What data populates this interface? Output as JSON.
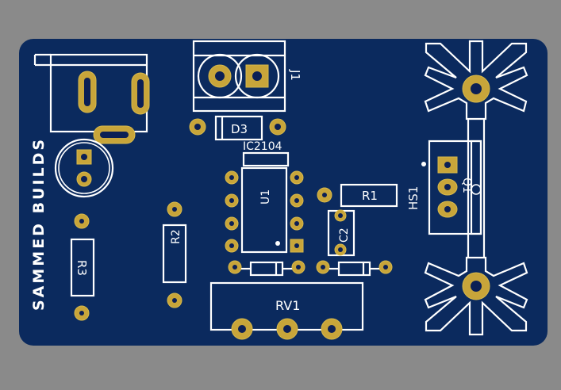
{
  "colors": {
    "background": "#8a8a8a",
    "board": "#0b2a5e",
    "silkscreen": "#ffffff",
    "copper_pad": "#c8a53a",
    "drill_hole": "#0b1f55"
  },
  "board": {
    "brand_text": "SAMMED BUILDS",
    "labels": {
      "j1": "J1",
      "d3": "D3",
      "ic": "IC2104",
      "u1": "U1",
      "r1": "R1",
      "r2": "R2",
      "r3": "R3",
      "c2": "C2",
      "q1": "Q1",
      "hs1": "HS1",
      "rv1": "RV1"
    }
  }
}
